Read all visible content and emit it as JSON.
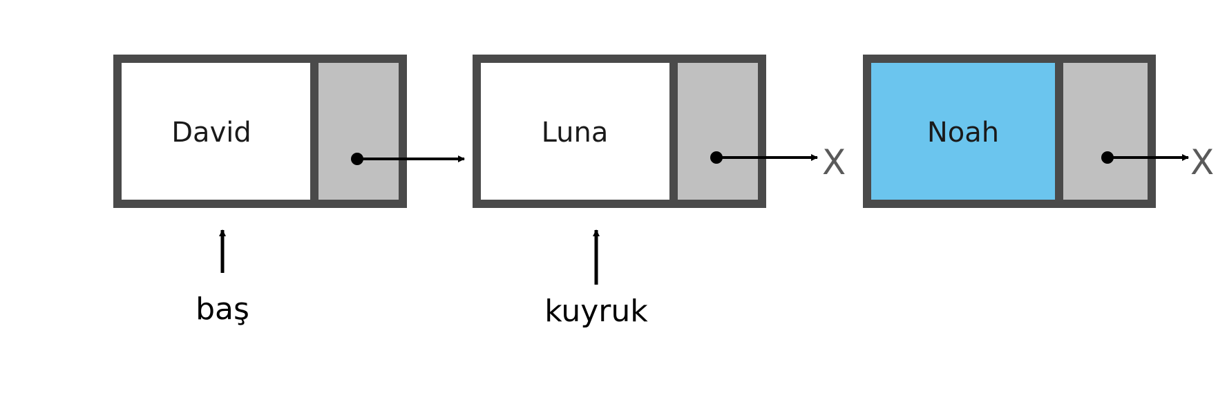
{
  "nodes": [
    {
      "name": "David",
      "data_color": "#ffffff",
      "next_label": ""
    },
    {
      "name": "Luna",
      "data_color": "#ffffff",
      "next_label": "X"
    },
    {
      "name": "Noah",
      "data_color": "#6bc5ee",
      "next_label": "X"
    }
  ],
  "pointers": {
    "head": "baş",
    "tail": "kuyruk"
  },
  "colors": {
    "border": "#4a4a4a",
    "pointer_cell": "#c0c0c0",
    "arrow": "#000000",
    "null_text": "#5a5a5a"
  }
}
